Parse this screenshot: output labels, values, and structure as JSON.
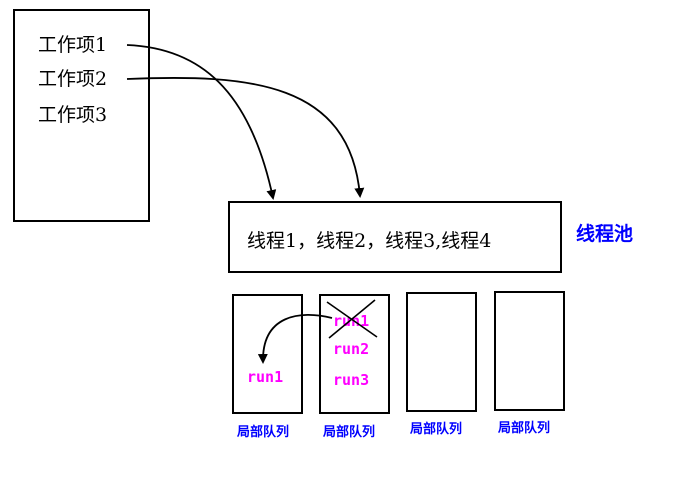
{
  "work_items": [
    "工作项1",
    "工作项2",
    "工作项3"
  ],
  "threads": "线程1，线程2，线程3,线程4",
  "pool_label": "线程池",
  "queues": [
    {
      "label": "局部队列",
      "tasks": [
        "run1"
      ]
    },
    {
      "label": "局部队列",
      "tasks": [
        "run1",
        "run2",
        "run3"
      ],
      "struck": "run1"
    },
    {
      "label": "局部队列",
      "tasks": []
    },
    {
      "label": "局部队列",
      "tasks": []
    }
  ]
}
